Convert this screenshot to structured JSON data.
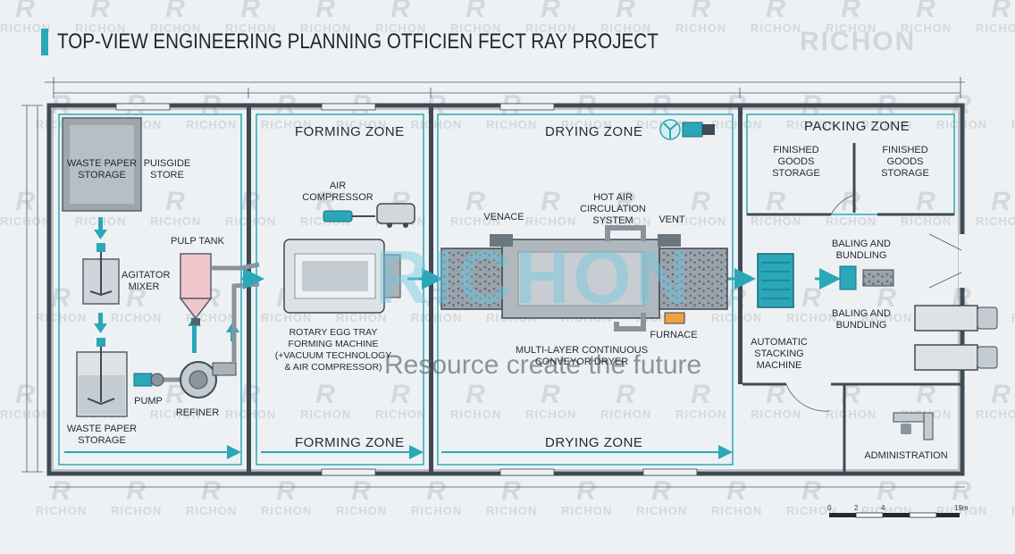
{
  "title": "TOP-VIEW ENGINEERING PLANNING OTFICIEN FECT RAY PROJECT",
  "brand": {
    "watermark": "RICHON",
    "logo_text": "RICHON",
    "slogan": "Resource create the future",
    "accent_color": "#2aa7b8"
  },
  "zones": {
    "forming_top": "FORMING ZONE",
    "forming_bottom": "FORMING ZONE",
    "drying_top": "DRYING ZONE",
    "drying_bottom": "DRYING ZONE",
    "packing": "PACKING ZONE"
  },
  "labels": {
    "waste_paper_storage_top": "WASTE PAPER\nSTORAGE",
    "puisgide_store": "PUISGIDE\nSTORE",
    "agitator_mixer": "AGITATOR\nMIXER",
    "pulp_tank": "PULP TANK",
    "pump": "PUMP",
    "refiner": "REFINER",
    "waste_paper_storage_bottom": "WASTE PAPER\nSTORAGE",
    "air_compressor": "AIR\nCOMPRESSOR",
    "rotary_machine": "ROTARY EGG TRAY\nFORMING MACHINE\n(+VACUUM TECHNOLOGY\n& AIR COMPRESSOR)",
    "venace": "VENACE",
    "hot_air": "HOT AIR CIRCULATION\nSYSTEM",
    "vent": "VENT",
    "furnace": "FURNACE",
    "dryer": "MULTI-LAYER CONTINUOUS\nCONVEYOR DRYER",
    "finished_goods_1": "FINISHED\nGOODS\nSTORAGE",
    "finished_goods_2": "FINISHED\nGOODS\nSTORAGE",
    "baling_1": "BALING AND\nBUNDLING",
    "baling_2": "BALING AND\nBUNDLING",
    "stacking": "AUTOMATIC\nSTACKING\nMACHINE",
    "administration": "ADMINISTRATION"
  },
  "scale_bar": {
    "ticks": [
      "0",
      "2",
      "4"
    ],
    "end": "19m"
  }
}
